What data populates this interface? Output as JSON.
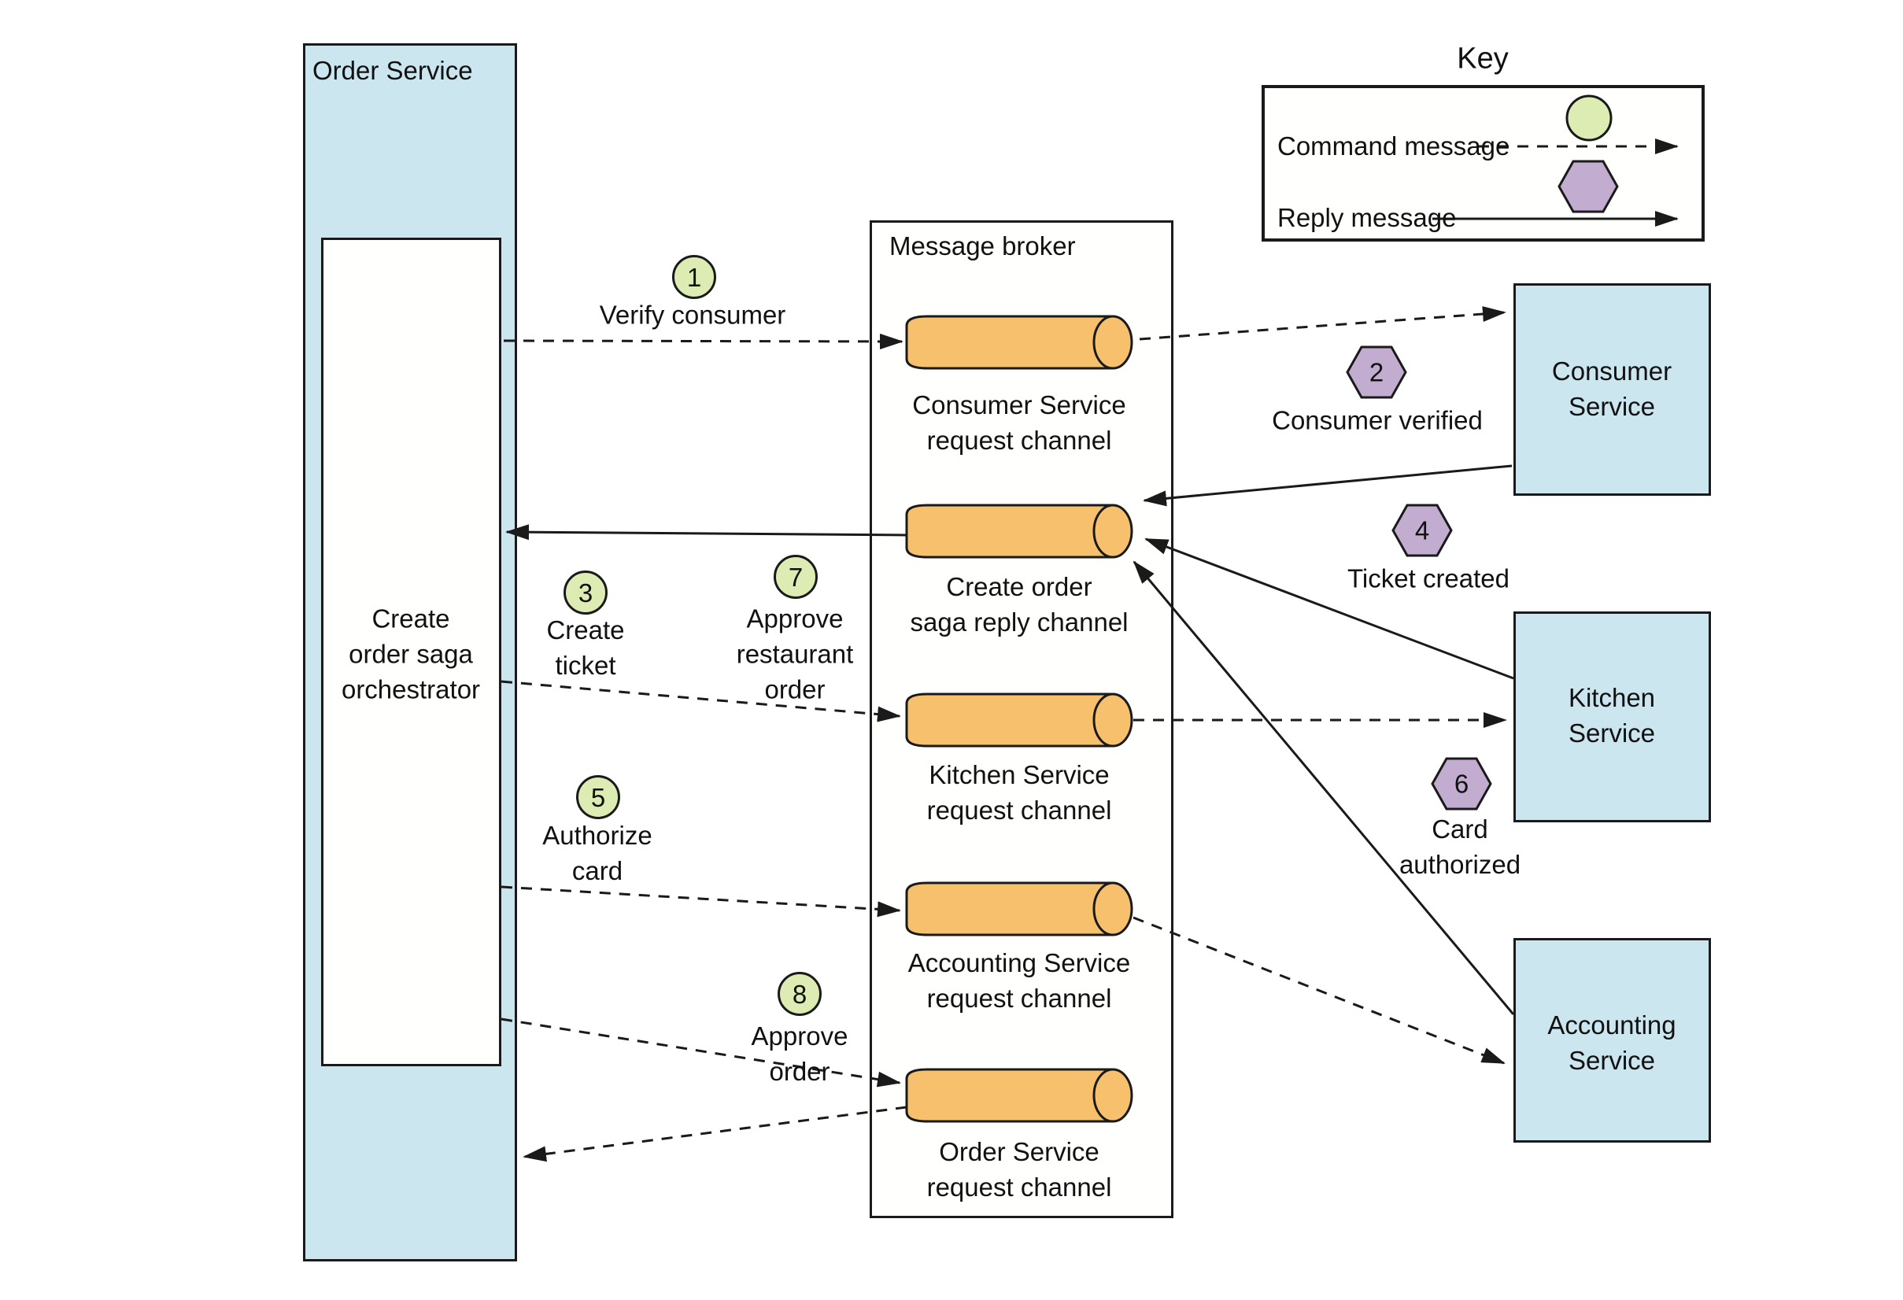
{
  "colors": {
    "service_fill": "#cce6f0",
    "channel_fill": "#f6c06c",
    "command_fill": "#dcecb2",
    "reply_fill": "#c2add0",
    "line": "#1a1a1a"
  },
  "order_service": {
    "title": "Order Service",
    "orchestrator_label": "Create\norder saga\norchestrator"
  },
  "broker": {
    "title": "Message broker",
    "channels": [
      "Consumer Service\nrequest channel",
      "Create order\nsaga reply channel",
      "Kitchen Service\nrequest channel",
      "Accounting Service\nrequest channel",
      "Order Service\nrequest channel"
    ]
  },
  "services": [
    "Consumer\nService",
    "Kitchen\nService",
    "Accounting\nService"
  ],
  "steps": [
    {
      "num": "1",
      "label": "Verify consumer",
      "type": "command"
    },
    {
      "num": "2",
      "label": "Consumer verified",
      "type": "reply"
    },
    {
      "num": "3",
      "label": "Create\nticket",
      "type": "command"
    },
    {
      "num": "4",
      "label": "Ticket created",
      "type": "reply"
    },
    {
      "num": "5",
      "label": "Authorize\ncard",
      "type": "command"
    },
    {
      "num": "6",
      "label": "Card\nauthorized",
      "type": "reply"
    },
    {
      "num": "7",
      "label": "Approve\nrestaurant\norder",
      "type": "command"
    },
    {
      "num": "8",
      "label": "Approve\norder",
      "type": "command"
    }
  ],
  "key": {
    "title": "Key",
    "command_label": "Command message",
    "reply_label": "Reply message"
  }
}
